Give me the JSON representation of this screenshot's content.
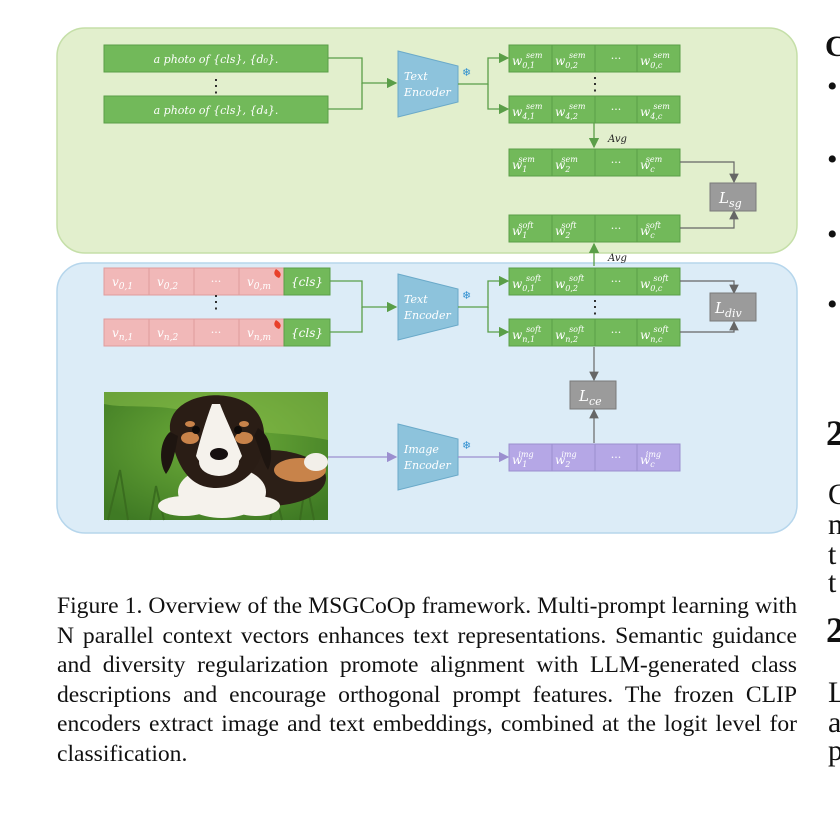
{
  "figure": {
    "prompts_top": [
      "a photo of {cls}, {d₀}.",
      "a photo of {cls}, {d₄}."
    ],
    "dots": "⋮",
    "text_encoder": [
      "Text",
      "Encoder"
    ],
    "image_encoder": [
      "Image",
      "Encoder"
    ],
    "avg_label": "Avg",
    "ellipsis": "···",
    "losses": {
      "sg": "sg",
      "div": "div",
      "ce": "ce",
      "L": "L"
    },
    "context_row0": [
      "v",
      "0,1",
      "v",
      "0,2",
      "v",
      "0,m"
    ],
    "context_rown": [
      "v",
      "n,1",
      "v",
      "n,2",
      "v",
      "n,m"
    ],
    "cls_token": "{cls}",
    "sem_row0": [
      "w",
      "0,1",
      "sem",
      "w",
      "0,2",
      "sem",
      "w",
      "0,c",
      "sem"
    ],
    "sem_row4": [
      "w",
      "4,1",
      "sem",
      "w",
      "4,2",
      "sem",
      "w",
      "4,c",
      "sem"
    ],
    "sem_avg": [
      "w",
      "1",
      "sem",
      "w",
      "2",
      "sem",
      "w",
      "c",
      "sem"
    ],
    "soft_avg": [
      "w",
      "1",
      "soft",
      "w",
      "2",
      "soft",
      "w",
      "c",
      "soft"
    ],
    "soft_row0": [
      "w",
      "0,1",
      "soft",
      "w",
      "0,2",
      "soft",
      "w",
      "0,c",
      "soft"
    ],
    "soft_rown": [
      "w",
      "n,1",
      "soft",
      "w",
      "n,2",
      "soft",
      "w",
      "n,c",
      "soft"
    ],
    "img_row": [
      "w",
      "1",
      "img",
      "w",
      "2",
      "img",
      "w",
      "c",
      "img"
    ]
  },
  "caption": "Figure 1. Overview of the MSGCoOp framework. Multi-prompt learning with N parallel context vectors enhances text representations. Semantic guidance and diversity regularization promote alignment with LLM-generated class descriptions and encourage orthogonal prompt features. The frozen CLIP encoders extract image and text embeddings, combined at the logit level for classification.",
  "right_edge": {
    "top_letter": "C",
    "bullets": [
      "•",
      "•",
      "•",
      "•"
    ],
    "section_a": "2",
    "section_b": "2",
    "letters": [
      "C",
      "n",
      "t",
      "t",
      "L",
      "a",
      "p"
    ]
  }
}
